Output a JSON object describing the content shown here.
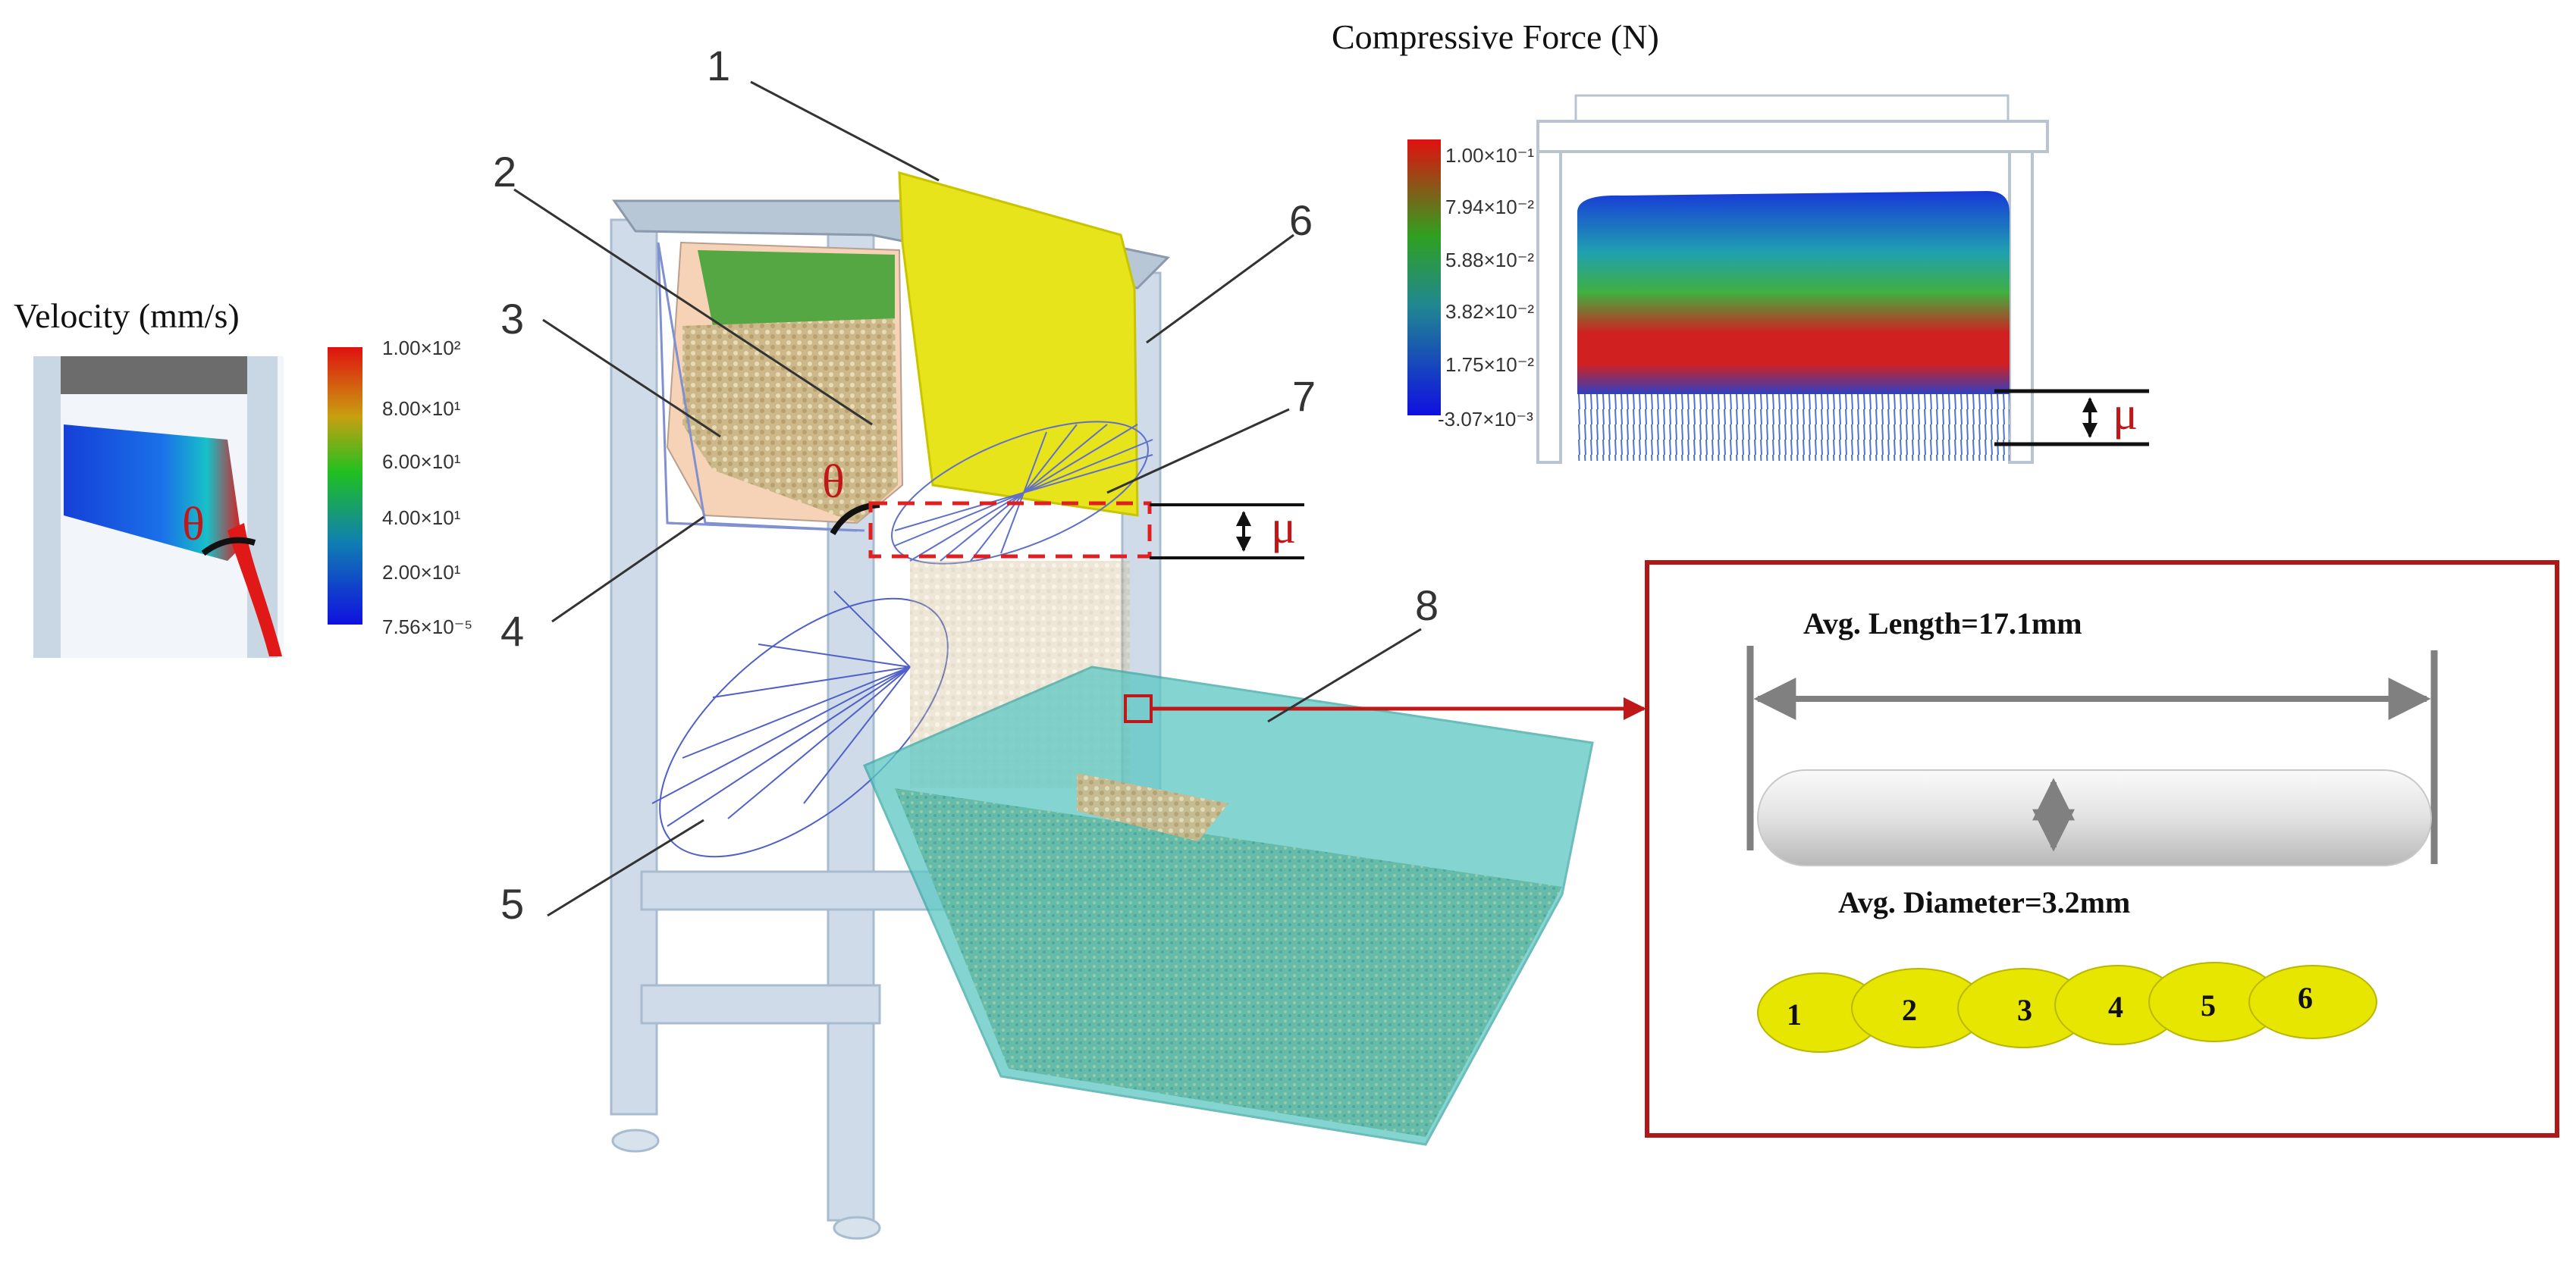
{
  "velocity_panel": {
    "title": "Velocity (mm/s)",
    "theta": "θ",
    "colorbar_ticks": [
      "1.00×10²",
      "8.00×10¹",
      "6.00×10¹",
      "4.00×10¹",
      "2.00×10¹",
      "7.56×10⁻⁵"
    ]
  },
  "force_panel": {
    "title": "Compressive Force (N)",
    "mu": "μ",
    "colorbar_ticks": [
      "1.00×10⁻¹",
      "7.94×10⁻²",
      "5.88×10⁻²",
      "3.82×10⁻²",
      "1.75×10⁻²",
      "-3.07×10⁻³"
    ]
  },
  "machine": {
    "theta": "θ",
    "mu": "μ",
    "callouts": [
      "1",
      "2",
      "3",
      "4",
      "5",
      "6",
      "7",
      "8"
    ]
  },
  "particle": {
    "length_label": "Avg. Length=17.1mm",
    "diameter_label": "Avg. Diameter=3.2mm",
    "segments": [
      "1",
      "2",
      "3",
      "4",
      "5",
      "6"
    ]
  },
  "colors": {
    "hopper_yellow": "#e8e41c",
    "bin_cyan": "#5cc8c4",
    "frame": "#c9d6e4",
    "highlight_red": "#c01818",
    "seed": "#d8c89a",
    "segment_yellow": "#e6e600"
  }
}
